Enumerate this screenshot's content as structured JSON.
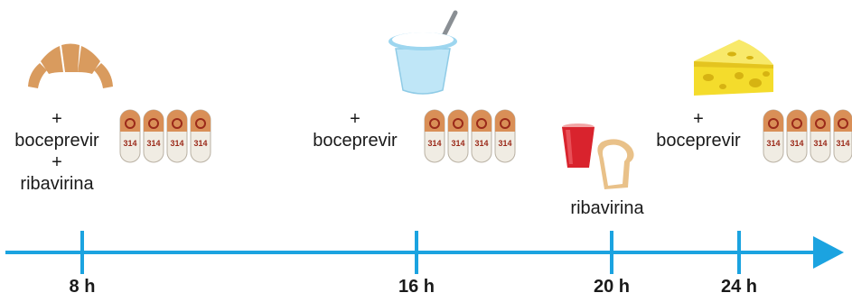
{
  "colors": {
    "timeline": "#1ba3e0",
    "croissant": "#d99b5e",
    "yogurt": "#bfe6f7",
    "cup": "#d9232d",
    "bread": "#e9c189",
    "cheese": "#f4dc2c",
    "capsule_cap": "#d98f57",
    "capsule_body": "#f0ece3"
  },
  "icons": [
    "croissant-icon",
    "yogurt-icon",
    "cup-icon",
    "bread-icon",
    "cheese-icon",
    "capsule-icon"
  ],
  "capsule_text": "314",
  "events": [
    {
      "plus": "+",
      "drug1": "boceprevir",
      "plus2": "+",
      "drug2": "ribavirina"
    },
    {
      "plus": "+",
      "drug1": "boceprevir"
    },
    {
      "drug2": "ribavirina"
    },
    {
      "plus": "+",
      "drug1": "boceprevir"
    }
  ],
  "ticks": [
    {
      "label": "8 h"
    },
    {
      "label": "16 h"
    },
    {
      "label": "20 h"
    },
    {
      "label": "24 h"
    }
  ]
}
